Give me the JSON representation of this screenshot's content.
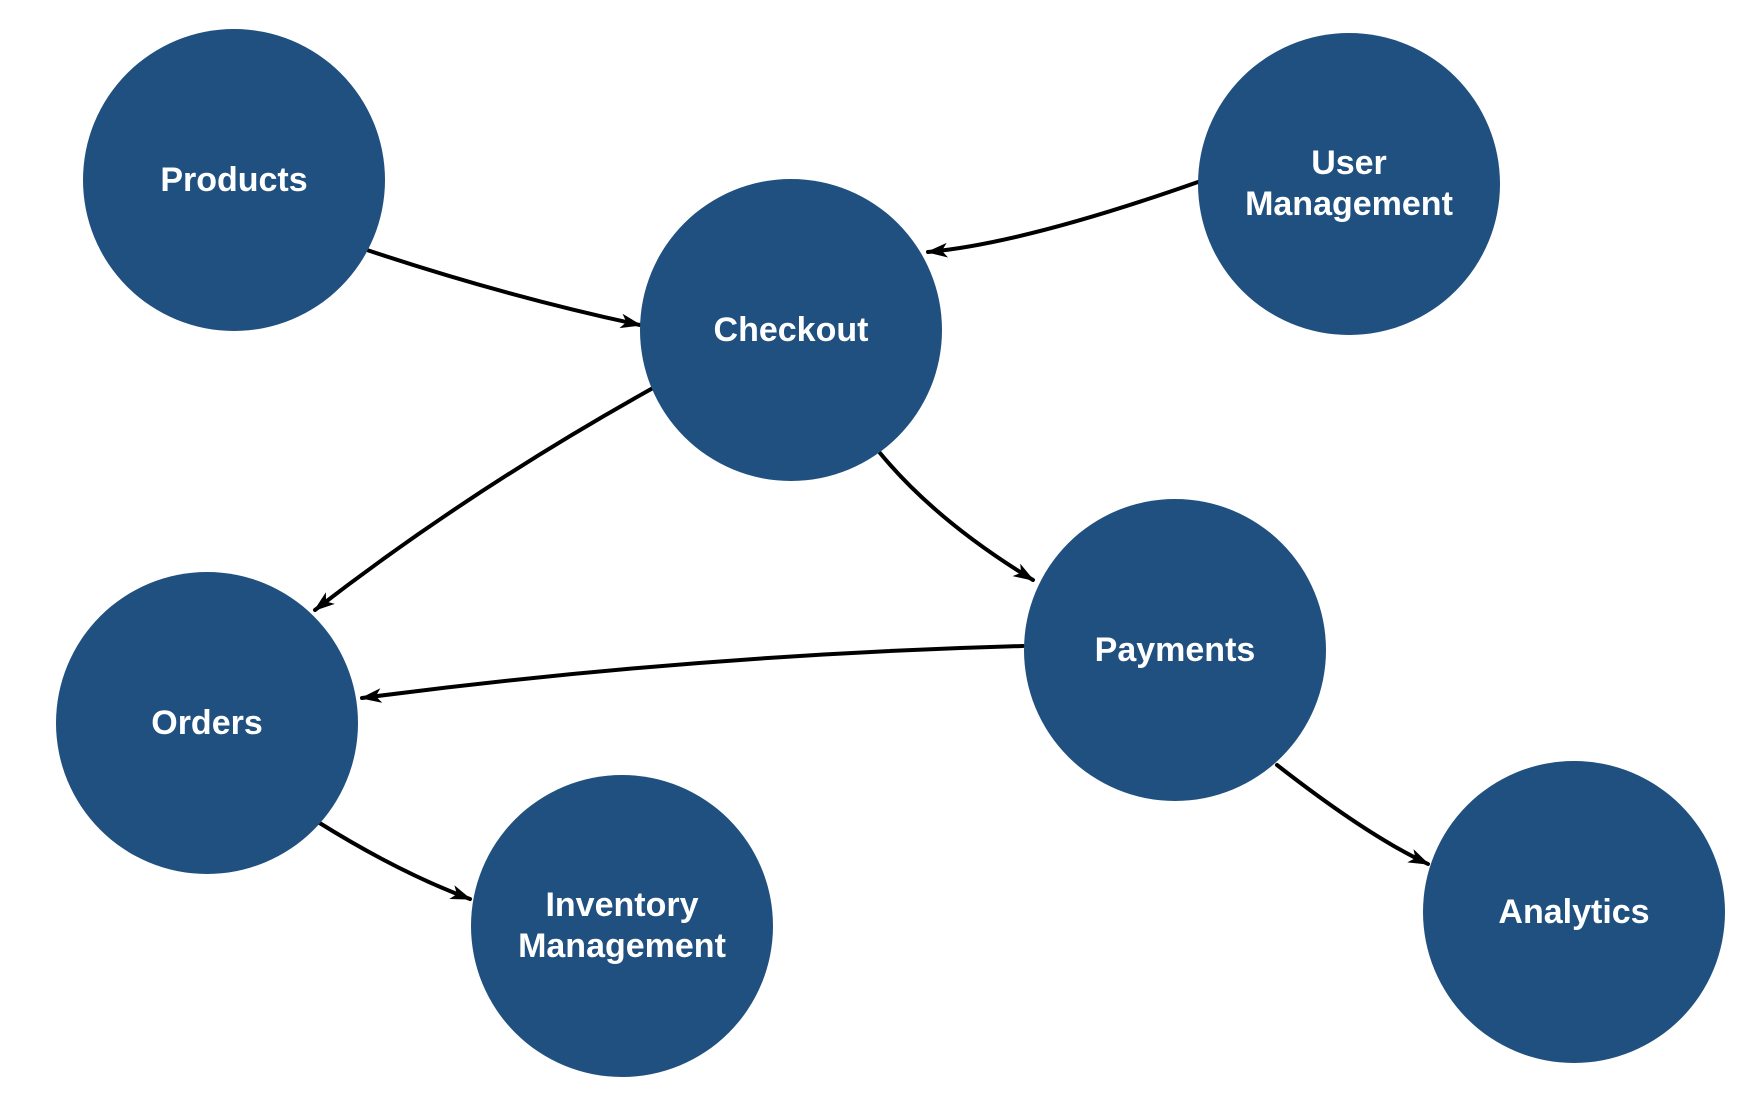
{
  "diagram": {
    "background_color": "#ffffff",
    "node_color": "#20507f",
    "node_text_color": "#ffffff",
    "edge_color": "#000000",
    "nodes": [
      {
        "id": "products",
        "label": "Products"
      },
      {
        "id": "user-management",
        "label": "User Management"
      },
      {
        "id": "checkout",
        "label": "Checkout"
      },
      {
        "id": "payments",
        "label": "Payments"
      },
      {
        "id": "orders",
        "label": "Orders"
      },
      {
        "id": "inventory-management",
        "label": "Inventory Management"
      },
      {
        "id": "analytics",
        "label": "Analytics"
      }
    ],
    "edges": [
      {
        "from": "Products",
        "to": "Checkout"
      },
      {
        "from": "User Management",
        "to": "Checkout"
      },
      {
        "from": "Checkout",
        "to": "Payments"
      },
      {
        "from": "Checkout",
        "to": "Orders"
      },
      {
        "from": "Payments",
        "to": "Orders"
      },
      {
        "from": "Orders",
        "to": "Inventory Management"
      },
      {
        "from": "Payments",
        "to": "Analytics"
      }
    ]
  }
}
